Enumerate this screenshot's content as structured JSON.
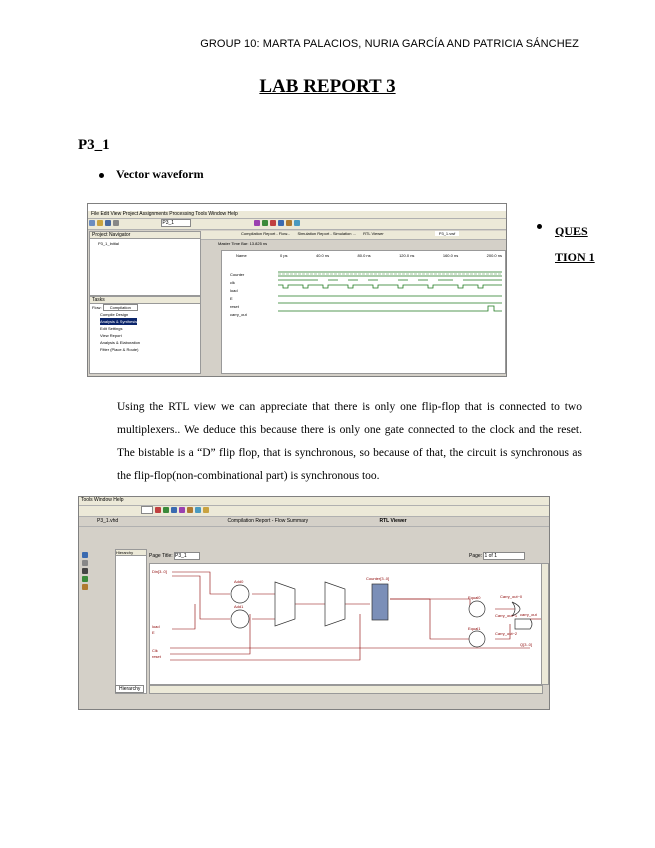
{
  "header": {
    "authors": "GROUP 10: MARTA PALACIOS, NURIA GARCÍA AND PATRICIA SÁNCHEZ"
  },
  "title": "LAB REPORT 3",
  "section": "P3_1",
  "bullet1": "Vector waveform",
  "question_label": "QUESTION 1",
  "paragraph": "Using the RTL view we can appreciate that there is only one flip-flop that is connected to two multiplexers.. We deduce this because there is only one gate connected to the clock and the reset. The bistable is a “D” flip flop, that is synchronous, so because of that, the circuit is synchronous as the flip-flop(non-combinational part) is synchronous too.",
  "screenshot1": {
    "menu": "File  Edit  View  Project  Assignments  Processing  Tools  Window  Help",
    "project_input": "P3_1",
    "tabs": [
      "Compilation Report - Flow...",
      "Simulation Report - Simulation ...",
      "RTL Viewer",
      "P3_1.vwf"
    ],
    "master_time_label": "Master Time Bar:",
    "master_time": "13.825 ns",
    "left_panel_title": "Project Navigator",
    "entity": "P3_1_Initial",
    "tasks_title": "Tasks",
    "flow_label": "Flow:",
    "flow_value": "Compilation",
    "task_items": [
      "Compile Design",
      "Analysis & Synthesis",
      "Edit Settings",
      "View Report",
      "Analysis & Elaboration",
      "Fitter (Place & Route)"
    ],
    "signal_column": "Name",
    "signals": [
      "Counter",
      "clk",
      "load",
      "E",
      "reset",
      "carry_out"
    ],
    "time_ticks": [
      "0 ps",
      "40.0 ns",
      "80.0 ns",
      "120.0 ns",
      "160.0 ns",
      "200.0 ns"
    ]
  },
  "screenshot2": {
    "menu": "Tools  Window  Help",
    "tabs": [
      "P3_1.vhd",
      "Compilation Report - Flow Summary",
      "RTL Viewer"
    ],
    "hierarchy_title": "Hierarchy",
    "page_title_label": "Page Title:",
    "page_title_value": "P3_1",
    "page_label": "Page:",
    "page_value": "1 of 1",
    "bottom_tab": "Hierarchy",
    "nodes": [
      "Add0",
      "Add1",
      "Counter[3..0]",
      "Equal0",
      "Equal1",
      "Carry_out~0",
      "Carry_out~1",
      "Carry_out~2",
      "carry_out",
      "Q[3..0]",
      "Clk",
      "reset",
      "load",
      "E",
      "Din[3..0]"
    ]
  },
  "colors": {
    "ui_gray": "#d4d0c8",
    "selection_blue": "#0a246a",
    "wave_green": "#1f7a1f",
    "flipflop_fill": "#7b8fb8"
  }
}
